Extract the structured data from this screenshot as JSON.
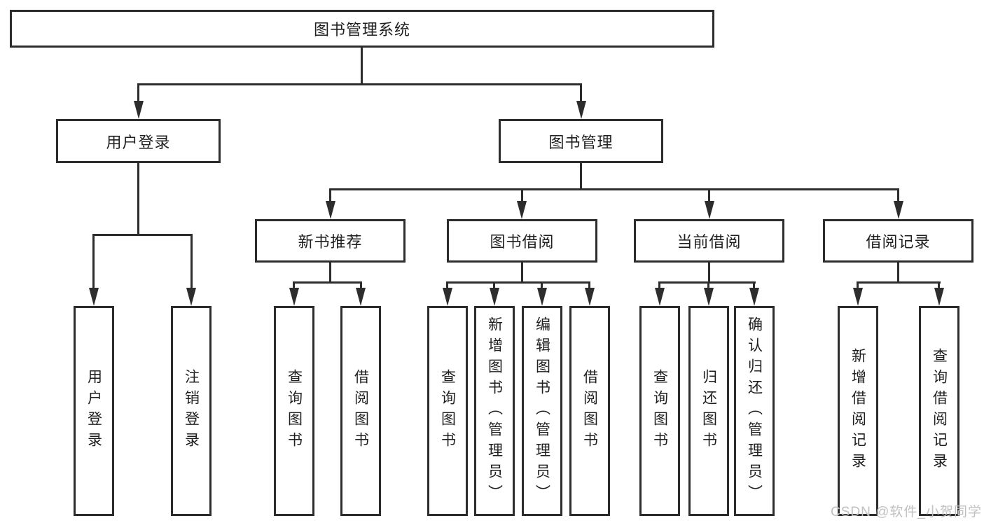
{
  "colors": {
    "line": "#2d2d2d",
    "box_border": "#2d2d2d",
    "box_fill": "#ffffff",
    "text": "#1f1f1f",
    "watermark": "#c0c0c0",
    "background": "#ffffff"
  },
  "diagram": {
    "root": {
      "label": "图书管理系统"
    },
    "level2": [
      {
        "label": "用户登录"
      },
      {
        "label": "图书管理"
      }
    ],
    "level3": [
      {
        "label": "新书推荐"
      },
      {
        "label": "图书借阅"
      },
      {
        "label": "当前借阅"
      },
      {
        "label": "借阅记录"
      }
    ],
    "leaves": {
      "user_login": [
        {
          "label": "用户登录"
        },
        {
          "label": "注销登录"
        }
      ],
      "new_book_recommend": [
        {
          "label": "查询图书"
        },
        {
          "label": "借阅图书"
        }
      ],
      "book_borrow": [
        {
          "label": "查询图书"
        },
        {
          "label": "新增图书（管理员）"
        },
        {
          "label": "编辑图书（管理员）"
        },
        {
          "label": "借阅图书"
        }
      ],
      "current_borrow": [
        {
          "label": "查询图书"
        },
        {
          "label": "归还图书"
        },
        {
          "label": "确认归还（管理员）"
        }
      ],
      "borrow_records": [
        {
          "label": "新增借阅记录"
        },
        {
          "label": "查询借阅记录"
        }
      ]
    }
  },
  "watermark": {
    "text": "CSDN @软件_小贺同学"
  }
}
